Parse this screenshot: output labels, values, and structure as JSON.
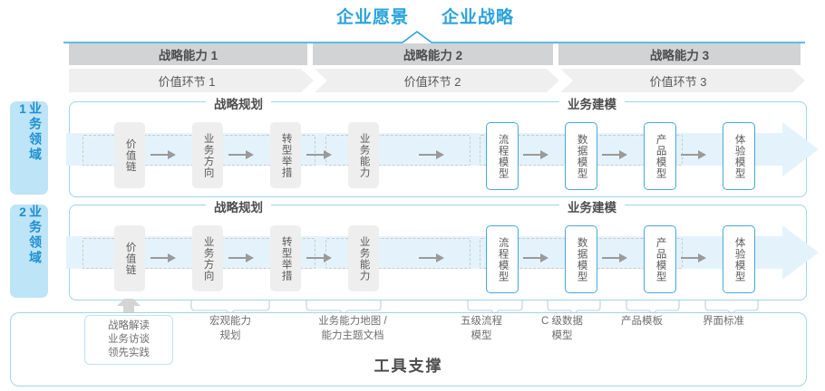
{
  "top": {
    "vision": "企业愿景",
    "strategy": "企业战略"
  },
  "capabilities": [
    {
      "label": "战略能力 1"
    },
    {
      "label": "战略能力 2"
    },
    {
      "label": "战略能力 3"
    }
  ],
  "value_chain": [
    {
      "label": "价值环节 1"
    },
    {
      "label": "价值环节 2"
    },
    {
      "label": "价值环节 3"
    }
  ],
  "domains": [
    {
      "label": "业务领域 1"
    },
    {
      "label": "业务领域 2"
    }
  ],
  "groups": {
    "planning": "战略规划",
    "modeling": "业务建模"
  },
  "nodes": [
    {
      "label": "价值链",
      "style": "gray"
    },
    {
      "label": "业务方向",
      "style": "gray"
    },
    {
      "label": "转型举措",
      "style": "gray"
    },
    {
      "label": "业务能力",
      "style": "gray"
    },
    {
      "label": "流程模型",
      "style": "blue"
    },
    {
      "label": "数据模型",
      "style": "blue"
    },
    {
      "label": "产品模型",
      "style": "blue"
    },
    {
      "label": "体验模型",
      "style": "blue"
    }
  ],
  "tool_support": {
    "title": "工具支撑",
    "notes": [
      "战略解读\n业务访谈\n领先实践",
      "宏观能力\n规划",
      "业务能力地图 /\n能力主题文档",
      "五级流程\n模型",
      "C 级数据\n模型",
      "产品模板",
      "界面标准"
    ]
  },
  "colors": {
    "accent_blue": "#29a3dc",
    "border_blue": "#9fd4ea",
    "node_blue_border": "#44a8dd",
    "domain_fill": "#bde4f7",
    "bar_dark_gray": "#d2d3d4",
    "bar_light_gray": "#efefef",
    "node_gray": "#eeeeee",
    "arrow_gray": "#9a9a9a",
    "row_arrow_fill": "#e4f3fb",
    "text_gray": "#59595b"
  }
}
